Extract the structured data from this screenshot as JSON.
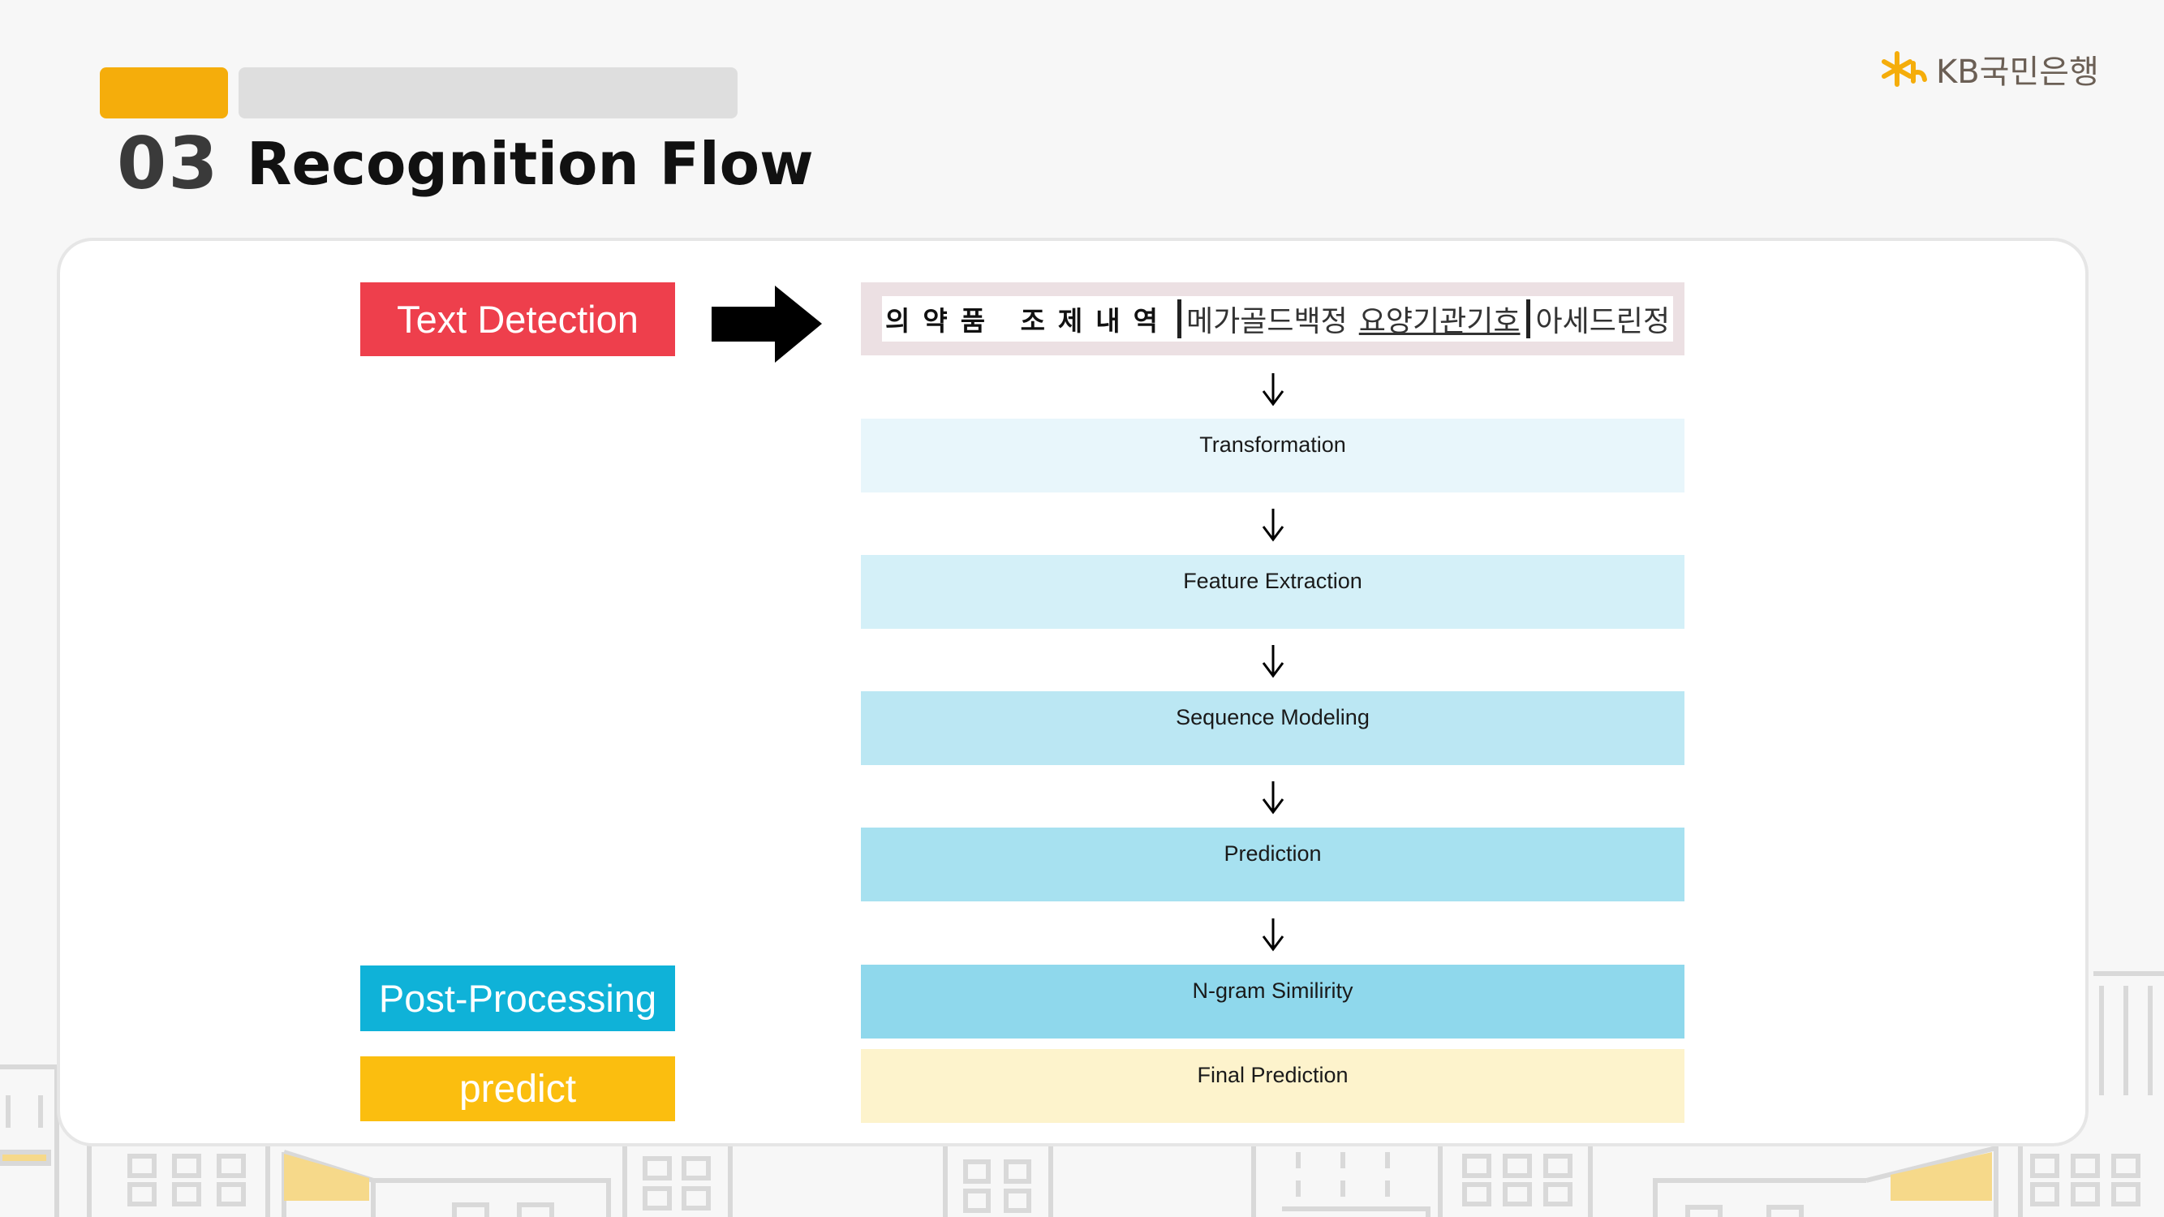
{
  "header": {
    "section_number": "03",
    "title": "Recognition Flow"
  },
  "logo": {
    "text": "KB국민은행",
    "brand_color": "#f5ad0b"
  },
  "labels": {
    "text_detection": "Text Detection",
    "post_processing": "Post-Processing",
    "predict": "predict"
  },
  "sample_image": {
    "segments": [
      "의약품 조제내역",
      "메가골드백정",
      "요양기관기호",
      "아세드린정"
    ]
  },
  "steps": [
    "Transformation",
    "Feature Extraction",
    "Sequence Modeling",
    "Prediction",
    "N-gram Similirity",
    "Final Prediction"
  ],
  "colors": {
    "text_detection": "#ee3f4c",
    "post_processing": "#0fb2d8",
    "predict": "#fbbe0f"
  }
}
